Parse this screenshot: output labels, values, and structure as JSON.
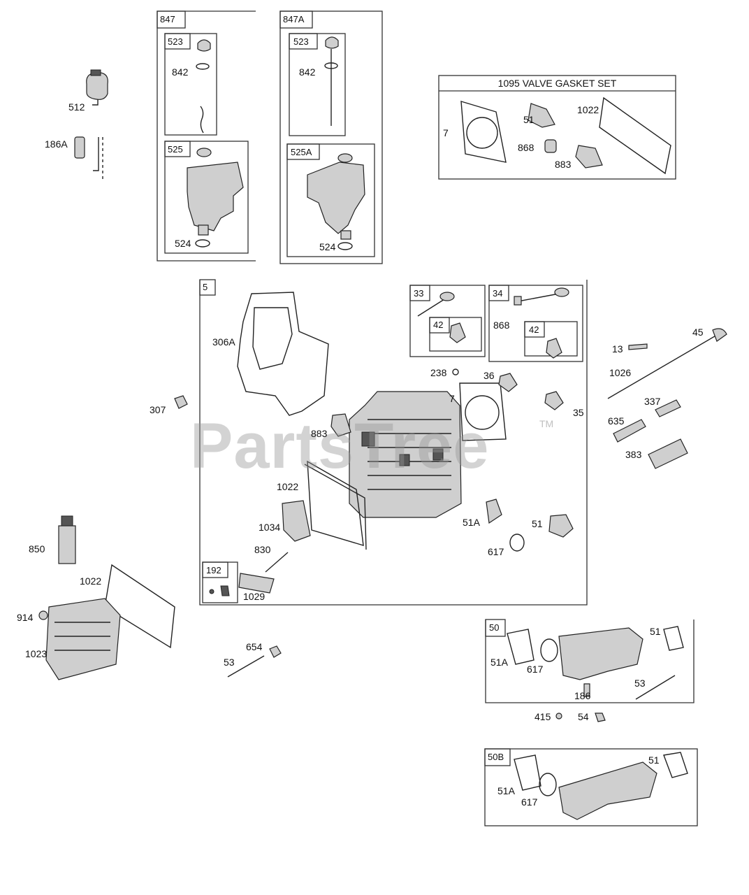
{
  "watermark": {
    "text": "PartsTree",
    "trademark": "TM"
  },
  "groups": {
    "g847": "847",
    "g847a": "847A",
    "g523a": "523",
    "g523b": "523",
    "g525": "525",
    "g525a": "525A",
    "g5": "5",
    "g33": "33",
    "g34": "34",
    "g42a": "42",
    "g42b": "42",
    "g192": "192",
    "g50": "50",
    "g50b": "50B",
    "valve_set_title": "1095 VALVE GASKET SET"
  },
  "labels": {
    "l512": "512",
    "l186a": "186A",
    "l842a": "842",
    "l524a": "524",
    "l842b": "842",
    "l524b": "524",
    "vs7": "7",
    "vs51": "51",
    "vs1022": "1022",
    "vs868": "868",
    "vs883": "883",
    "l306a": "306A",
    "l307": "307",
    "l238": "238",
    "l36": "36",
    "l7": "7",
    "l35": "35",
    "l883": "883",
    "l1022": "1022",
    "l1034": "1034",
    "l830": "830",
    "l1029": "1029",
    "l51a": "51A",
    "l51": "51",
    "l617": "617",
    "l868": "868",
    "l13": "13",
    "l45": "45",
    "l1026": "1026",
    "l337": "337",
    "l635": "635",
    "l383": "383",
    "l850": "850",
    "l1022b": "1022",
    "l914": "914",
    "l1023": "1023",
    "l654": "654",
    "l53": "53",
    "m51a": "51A",
    "m617": "617",
    "m51": "51",
    "m186": "186",
    "m53": "53",
    "l415": "415",
    "l54": "54",
    "n51a": "51A",
    "n617": "617",
    "n51": "51"
  }
}
